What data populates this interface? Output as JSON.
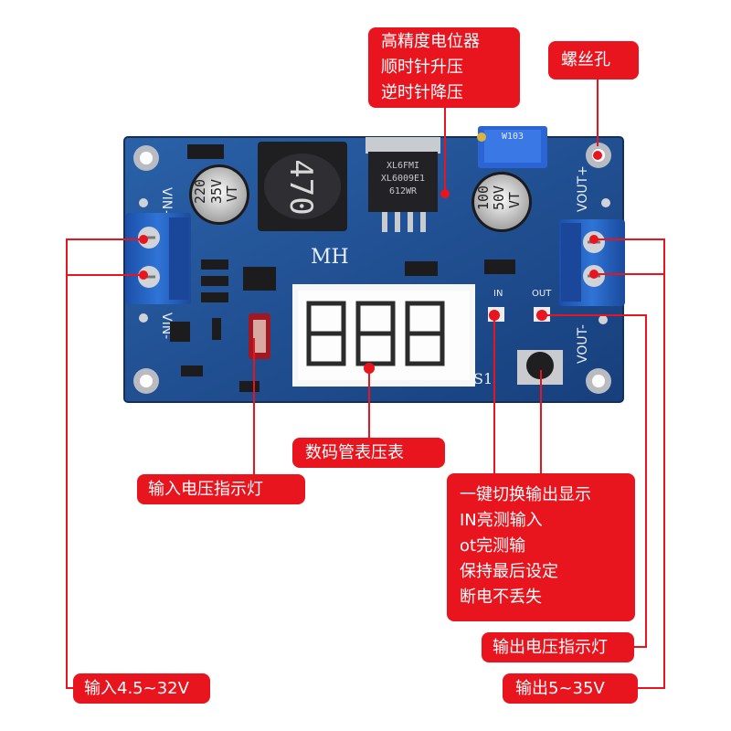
{
  "board": {
    "inductor_code": "470",
    "cap_in": [
      "220",
      "35V",
      "VT"
    ],
    "cap_out": [
      "100",
      "50V",
      "VT"
    ],
    "chip_text": [
      "XL6FMI",
      "XL6009E1",
      "612WR"
    ],
    "pot_code": "W103",
    "brand": "MH",
    "key_label": "S1",
    "label_vin_plus": "VIN+",
    "label_vin_minus": "VIN-",
    "label_vout_plus": "VOUT+",
    "label_vout_minus": "VOUT-",
    "led_in_label": "IN",
    "led_out_label": "OUT",
    "board_color": "#1d4f93",
    "terminal_color": "#2464c8"
  },
  "callouts": {
    "pot": [
      "高精度电位器",
      "顺时针升压",
      "逆时针降压"
    ],
    "screw_hole": "螺丝孔",
    "display": "数码管表压表",
    "input_led": "输入电压指示灯",
    "key": [
      "一键切换输出显示",
      "IN亮测输入",
      "ot完测输",
      "保持最后设定",
      "断电不丢失"
    ],
    "output_led": "输出电压指示灯",
    "input_range": "输入4.5~32V",
    "output_range": "输出5~35V"
  },
  "colors": {
    "callout": "#e8141e",
    "line": "#e8141e"
  }
}
